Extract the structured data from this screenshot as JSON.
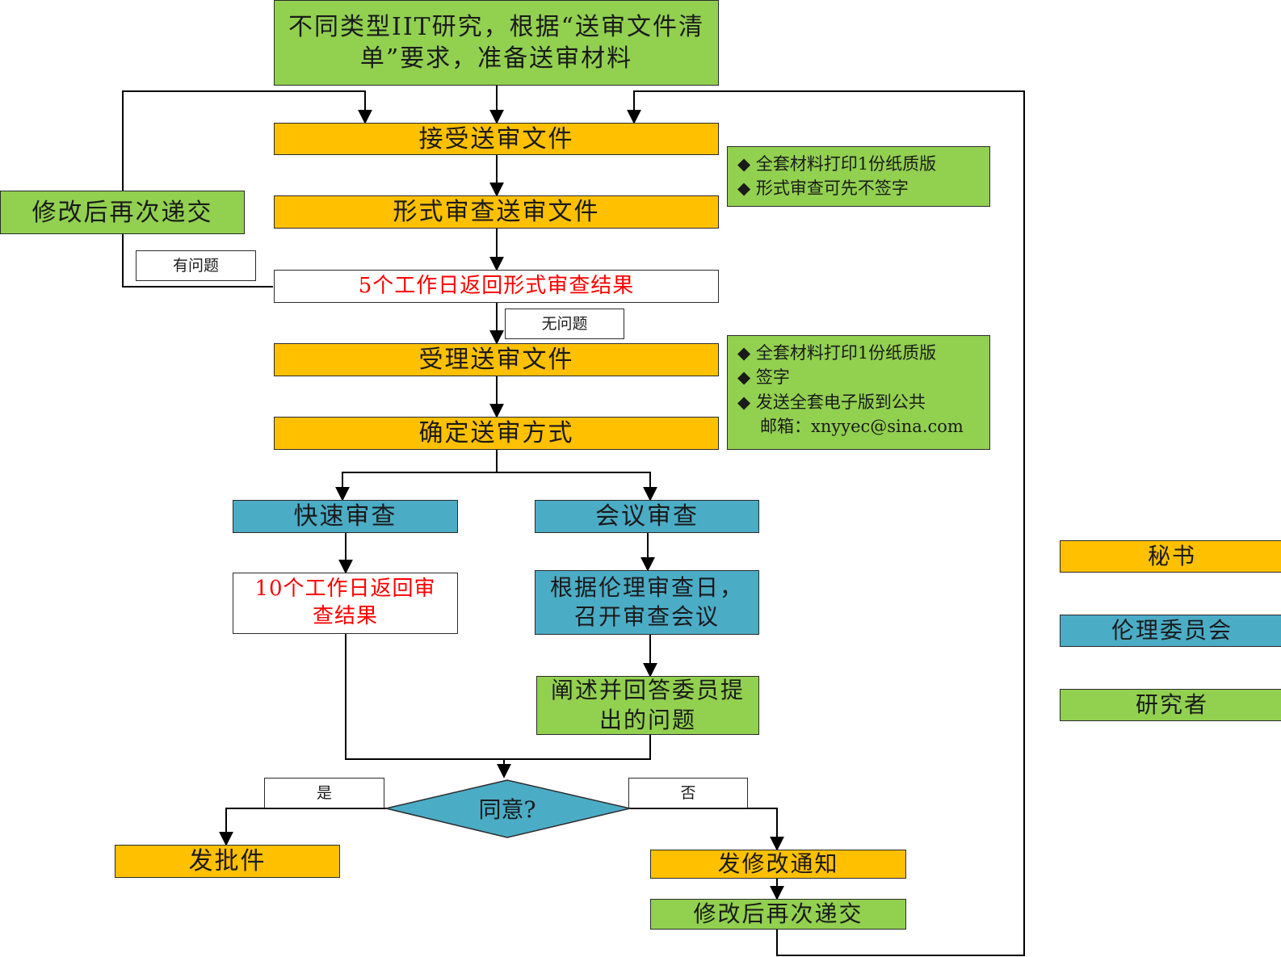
{
  "nodes": {
    "prepare": "不同类型IIT研究，根据“送审文件清单”要求，准备送审材料",
    "receive": "接受送审文件",
    "formal_review": "形式审查送审文件",
    "return_formal": "5个工作日返回形式审查结果",
    "accept": "受理送审文件",
    "determine": "确定送审方式",
    "fast_review": "快速审查",
    "meeting_review": "会议审查",
    "return_fast": "10个工作日返回审查结果",
    "convene": "根据伦理审查日，召开审查会议",
    "explain": "阐述并回答委员提出的问题",
    "agree": "同意?",
    "issue_approval": "发批件",
    "issue_revision": "发修改通知",
    "resubmit_left": "修改后再次递交",
    "resubmit_bottom": "修改后再次递交"
  },
  "edge_labels": {
    "has_problem": "有问题",
    "no_problem": "无问题",
    "yes": "是",
    "no": "否"
  },
  "notes": {
    "note1": [
      "◆ 全套材料打印1份纸质版",
      "◆ 形式审查可先不签字"
    ],
    "note2": [
      "◆ 全套材料打印1份纸质版",
      "◆ 签字",
      "◆ 发送全套电子版到公共",
      "邮箱：xnyyec@sina.com"
    ]
  },
  "legend": {
    "secretary": "秘书",
    "committee": "伦理委员会",
    "researcher": "研究者"
  },
  "colors": {
    "secretary": "#FFC000",
    "committee": "#4BACC6",
    "researcher": "#92D050",
    "highlight_text": "#FF0000",
    "line": "#000000"
  }
}
